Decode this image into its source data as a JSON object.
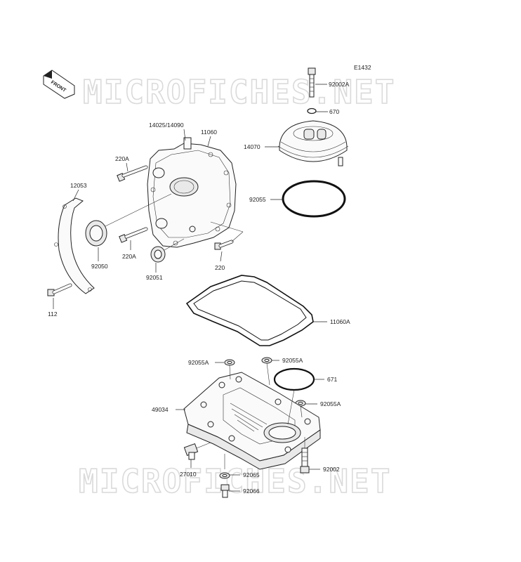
{
  "diagram_code": "E1432",
  "front_label": "FRONT",
  "watermark": "MICROFICHES.NET",
  "colors": {
    "line": "#222222",
    "watermark": "#dadada",
    "background": "#ffffff"
  },
  "labels": {
    "p92002A": "92002A",
    "p670": "670",
    "p14070": "14070",
    "p92055": "92055",
    "p14025": "14025/14090",
    "p11060": "11060",
    "p220A_top": "220A",
    "p12053": "12053",
    "p92050": "92050",
    "p220A_low": "220A",
    "p92051": "92051",
    "p220": "220",
    "p112": "112",
    "p11060A": "11060A",
    "p92055A_left": "92055A",
    "p92055A_mid": "92055A",
    "p671": "671",
    "p49034": "49034",
    "p92055A_right": "92055A",
    "p27010": "27010",
    "p92065": "92065",
    "p92002": "92002",
    "p92066": "92066"
  }
}
